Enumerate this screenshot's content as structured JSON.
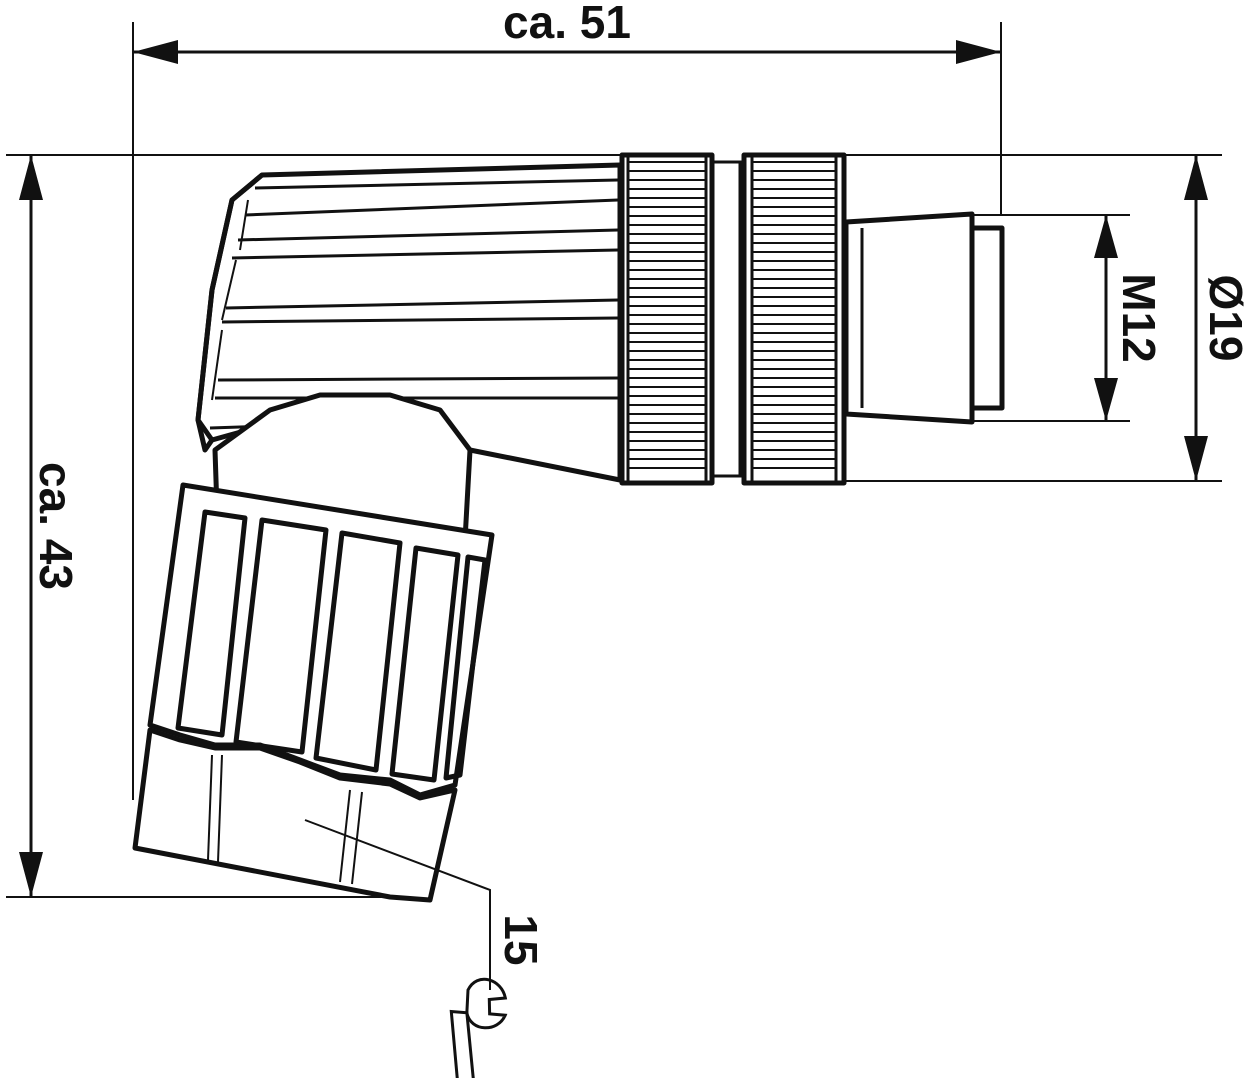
{
  "dimensions": {
    "width_label": "ca. 51",
    "height_label": "ca. 43",
    "thread_label": "M12",
    "diameter_label": "Ø19",
    "wrench_label": "15"
  },
  "icons": {
    "wrench": "wrench-icon"
  }
}
